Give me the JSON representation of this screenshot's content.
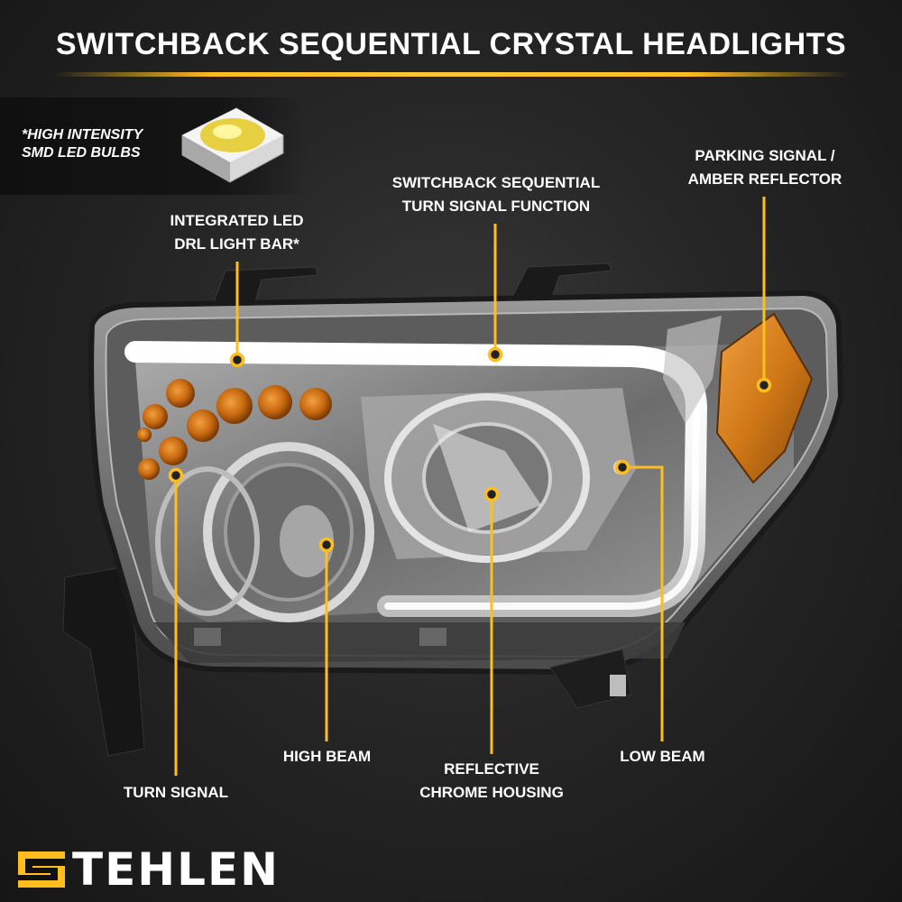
{
  "title": "SWITCHBACK SEQUENTIAL CRYSTAL HEADLIGHTS",
  "bulb_note": {
    "line1": "*HIGH INTENSITY",
    "line2": "SMD LED BULBS"
  },
  "callouts": {
    "drl": {
      "line1": "INTEGRATED LED",
      "line2": "DRL LIGHT BAR*"
    },
    "sequential": {
      "line1": "SWITCHBACK SEQUENTIAL",
      "line2": "TURN SIGNAL FUNCTION"
    },
    "parking": {
      "line1": "PARKING SIGNAL /",
      "line2": "AMBER REFLECTOR"
    },
    "turn_signal": {
      "line1": "TURN SIGNAL"
    },
    "high_beam": {
      "line1": "HIGH BEAM"
    },
    "housing": {
      "line1": "REFLECTIVE",
      "line2": "CHROME HOUSING"
    },
    "low_beam": {
      "line1": "LOW BEAM"
    }
  },
  "brand": {
    "name": "TEHLEN"
  },
  "colors": {
    "accent": "#ffbe1e",
    "amber": "#e0801a",
    "text": "#ffffff",
    "background": "#262626"
  }
}
